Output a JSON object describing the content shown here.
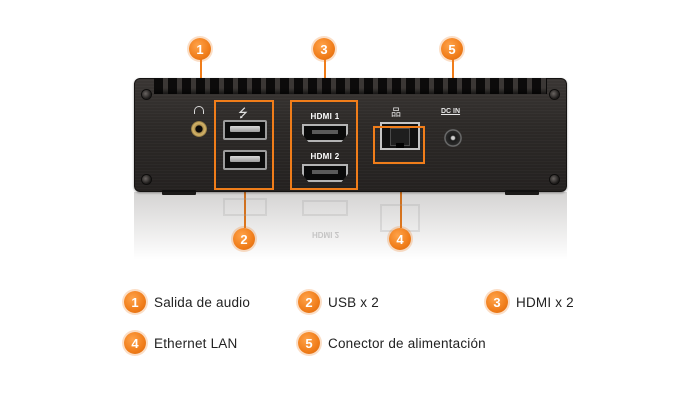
{
  "ports": {
    "hdmi1_label": "HDMI 1",
    "hdmi2_label": "HDMI 2",
    "hdmi_reflection_label": "HDMI 2",
    "dc_label": "DC IN",
    "usb_symbol": "⭍",
    "lan_symbol": "品"
  },
  "callouts": [
    {
      "number": "1",
      "label": "Salida de audio"
    },
    {
      "number": "2",
      "label": "USB x 2"
    },
    {
      "number": "3",
      "label": "HDMI x 2"
    },
    {
      "number": "4",
      "label": "Ethernet LAN"
    },
    {
      "number": "5",
      "label": "Conector de alimentación"
    }
  ],
  "colors": {
    "accent": "#f07d1a",
    "device": "#2c2927"
  }
}
